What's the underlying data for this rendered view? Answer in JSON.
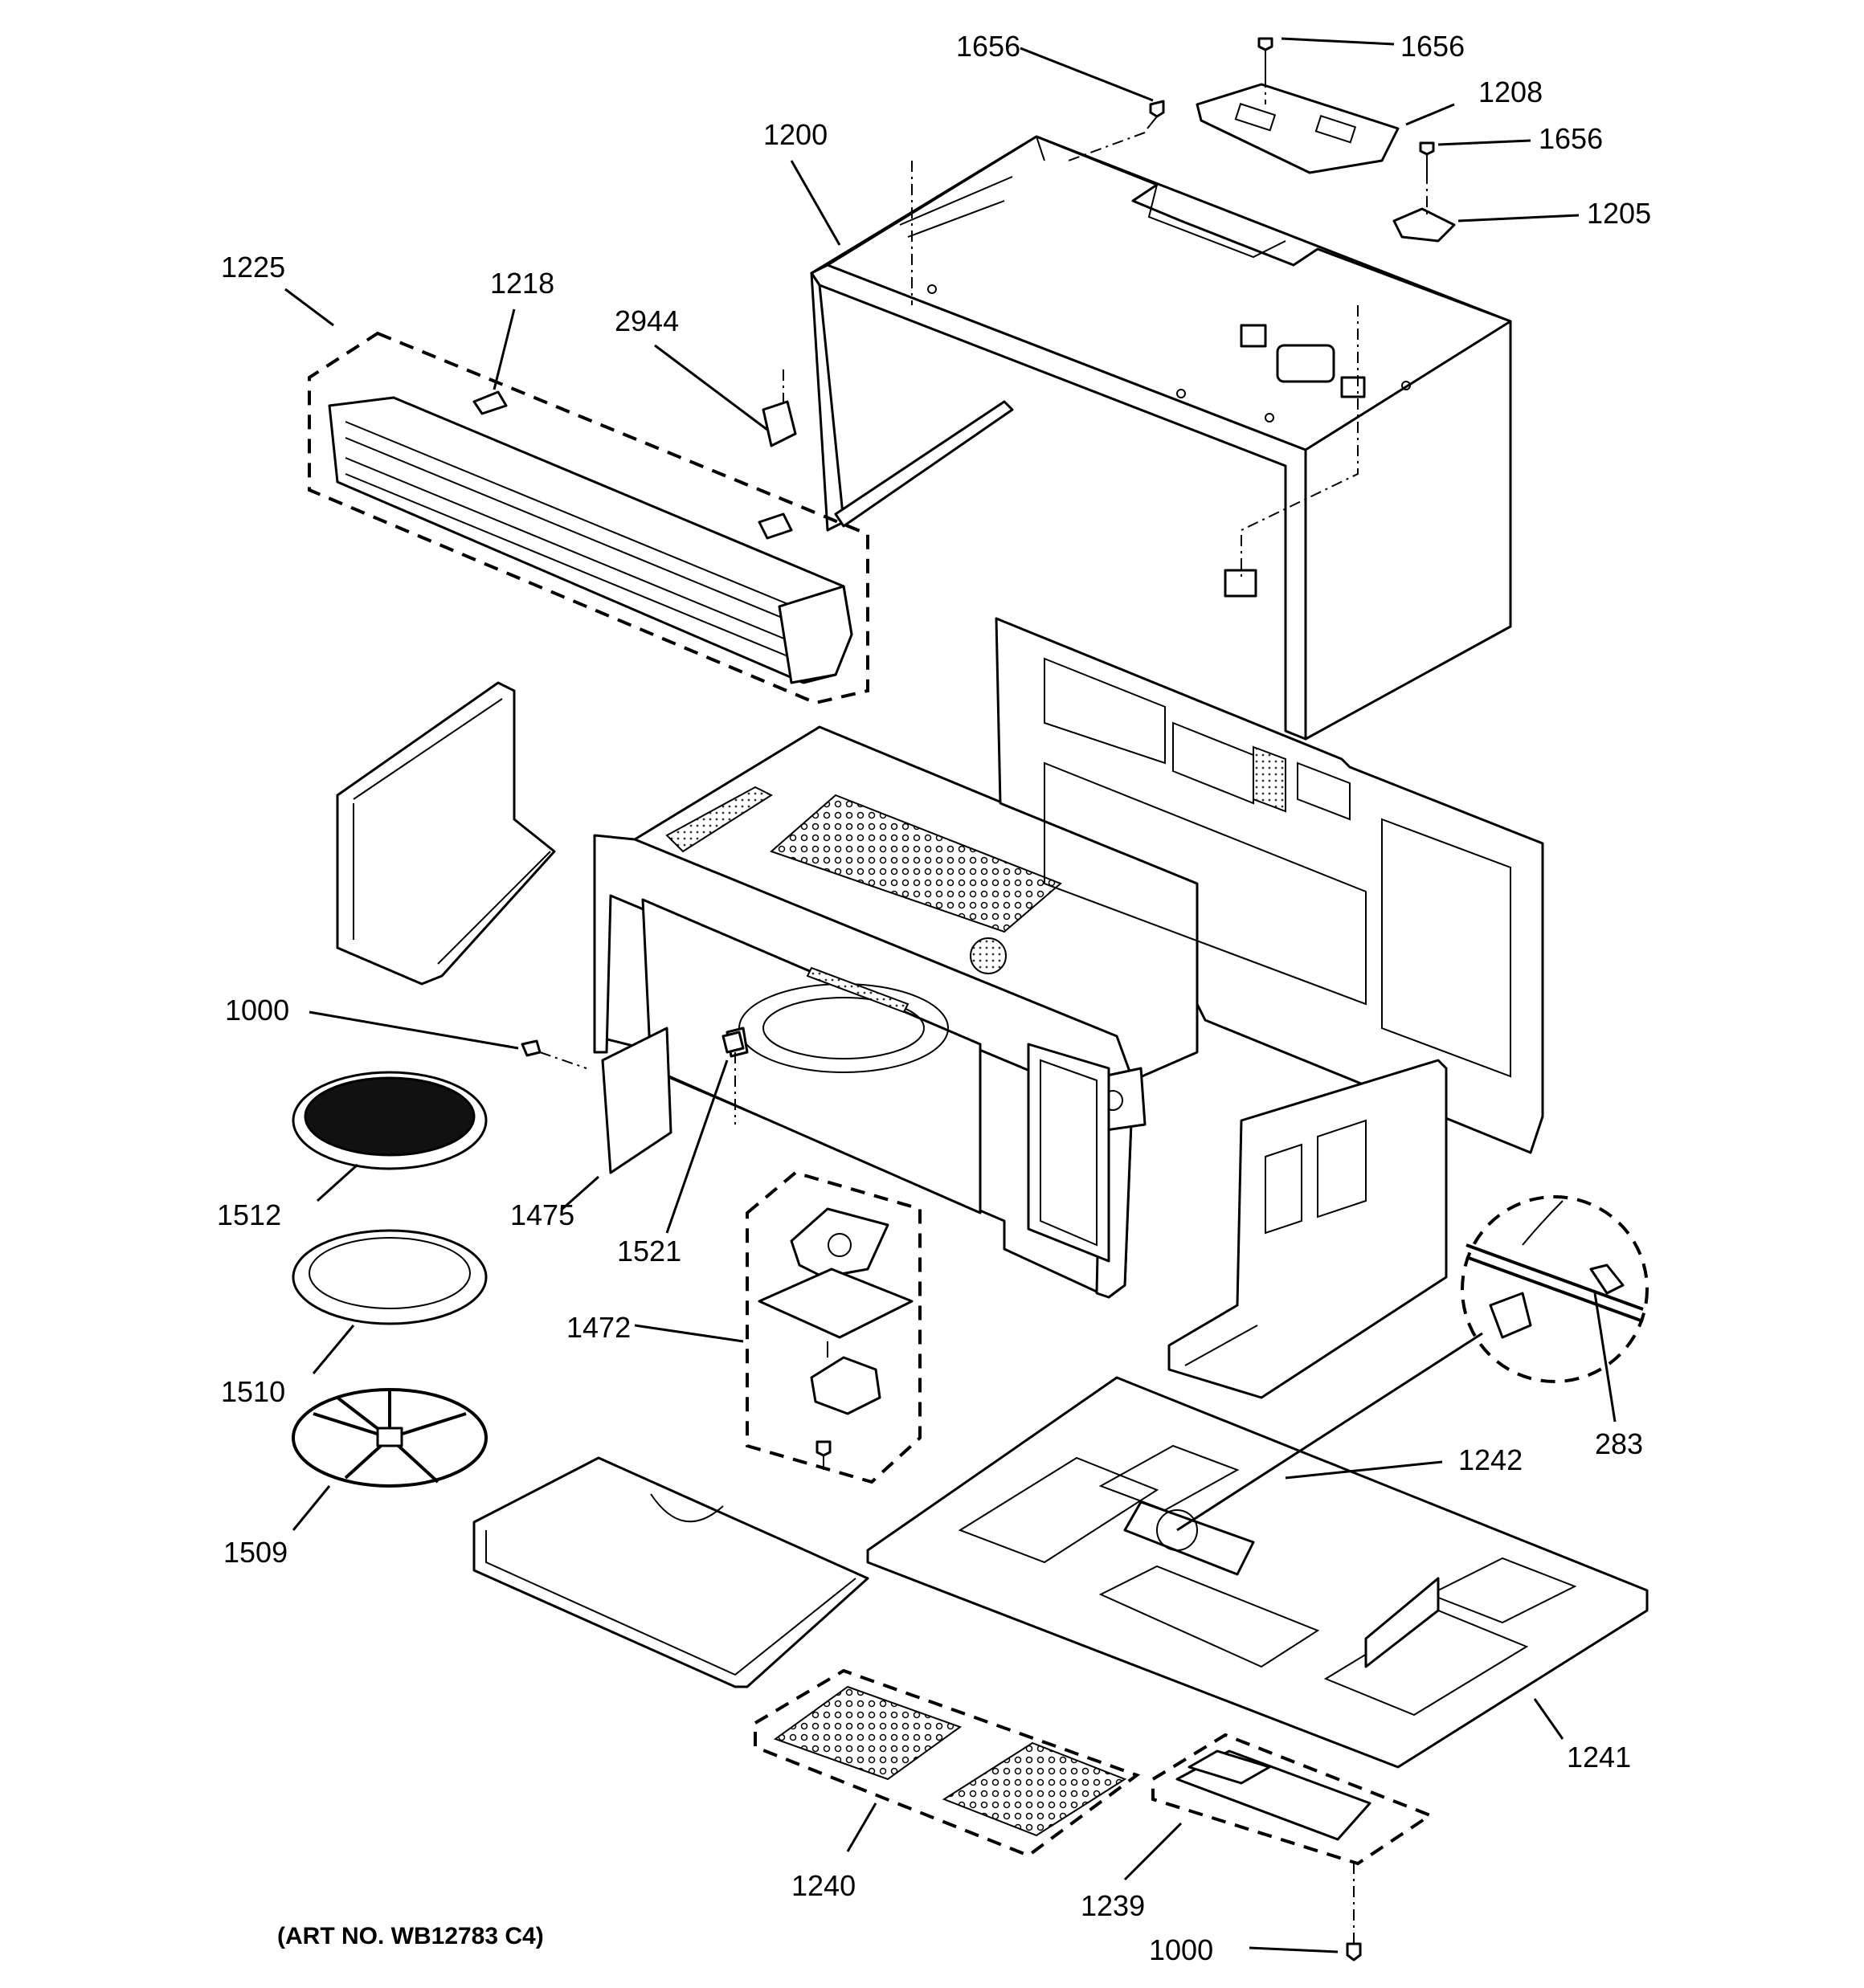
{
  "art_number": "(ART NO. WB12783 C4)",
  "callouts": {
    "screw_1656_a": "1656",
    "screw_1656_b": "1656",
    "screw_1656_c": "1656",
    "plate_1208": "1208",
    "bracket_1205": "1205",
    "case_1200": "1200",
    "grille_1225": "1225",
    "clip_1218": "1218",
    "latch_2944": "2944",
    "screw_1000_a": "1000",
    "tray_1512": "1512",
    "turntable_1510": "1510",
    "roller_ring_1509": "1509",
    "cover_1475": "1475",
    "coupler_1521": "1521",
    "motor_assembly_1472": "1472",
    "sensor_1242": "1242",
    "thermistor_283": "283",
    "base_plate_1241": "1241",
    "grease_filters_1240": "1240",
    "charcoal_filter_1239": "1239",
    "screw_1000_b": "1000"
  }
}
